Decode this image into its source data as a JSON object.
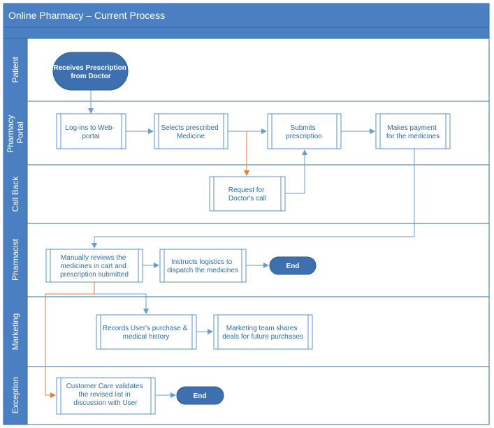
{
  "title": "Online Pharmacy – Current Process",
  "colors": {
    "header_fill": "#4a7fc1",
    "lane_border": "#2e6da4",
    "node_border": "#5b8fcc",
    "node_fill": "#ffffff",
    "text": "#2e6da4",
    "terminal_fill": "#3e6fae",
    "connector_blue": "#6a9bd0",
    "connector_orange": "#e07b39"
  },
  "lanes": [
    {
      "id": "patient",
      "label": "Patient"
    },
    {
      "id": "portal",
      "label": "Pharmacy Portal"
    },
    {
      "id": "callback",
      "label": "Call Back"
    },
    {
      "id": "pharmacist",
      "label": "Pharmacist"
    },
    {
      "id": "marketing",
      "label": "Marketing"
    },
    {
      "id": "exception",
      "label": "Exception"
    }
  ],
  "nodes": {
    "receives": {
      "type": "start",
      "lines": [
        "Receives Prescription",
        "from Doctor"
      ]
    },
    "login": {
      "type": "process",
      "lines": [
        "Log-ins to Web-",
        "portal"
      ]
    },
    "selects": {
      "type": "process",
      "lines": [
        "Selects prescribed",
        "Medicine"
      ]
    },
    "submits": {
      "type": "process",
      "lines": [
        "Submits",
        "prescription"
      ]
    },
    "payment": {
      "type": "process",
      "lines": [
        "Makes payment",
        "for the medicines"
      ]
    },
    "request": {
      "type": "process",
      "lines": [
        "Request for",
        "Doctor's call"
      ]
    },
    "reviews": {
      "type": "process",
      "lines": [
        "Manually reviews the",
        "medicines in cart and",
        "prescription submitted"
      ]
    },
    "logistics": {
      "type": "process",
      "lines": [
        "Instructs logistics to",
        "dispatch the medicines"
      ]
    },
    "end1": {
      "type": "terminal",
      "lines": [
        "End"
      ]
    },
    "records": {
      "type": "process",
      "lines": [
        "Records User's purchase &",
        "medical history"
      ]
    },
    "deals": {
      "type": "process",
      "lines": [
        "Marketing team shares",
        "deals for future purchases"
      ]
    },
    "validates": {
      "type": "process",
      "lines": [
        "Customer Care validates",
        "the revised list in",
        "discussion with User"
      ]
    },
    "end2": {
      "type": "terminal",
      "lines": [
        "End"
      ]
    }
  }
}
